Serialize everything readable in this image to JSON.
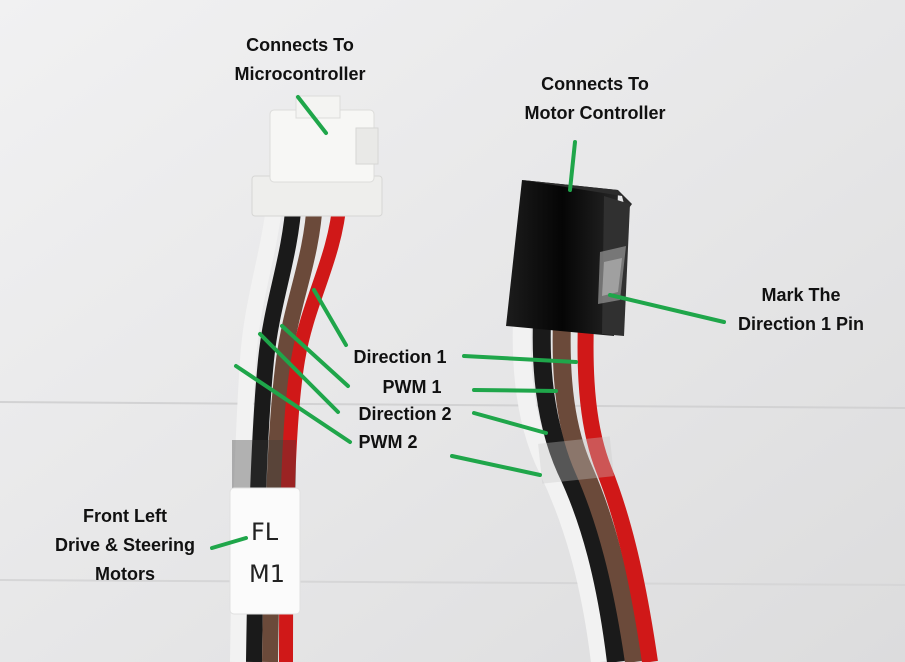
{
  "labels": {
    "microcontroller": {
      "line1": "Connects To",
      "line2": "Microcontroller"
    },
    "motor_controller": {
      "line1": "Connects To",
      "line2": "Motor Controller"
    },
    "mark_pin": {
      "line1": "Mark The",
      "line2": "Direction 1 Pin"
    },
    "front_left": {
      "line1": "Front Left",
      "line2": "Drive & Steering",
      "line3": "Motors"
    },
    "direction1": "Direction 1",
    "pwm1": "PWM 1",
    "direction2": "Direction 2",
    "pwm2": "PWM 2"
  },
  "wire_tag": {
    "line1": "FL",
    "line2": "M1"
  },
  "colors": {
    "pointer": "#1fa64a",
    "wire_white": "#f2f2f2",
    "wire_black": "#1a1a1a",
    "wire_brown": "#6b4a3a",
    "wire_red": "#d01818",
    "connector_black": "#0e0e0e",
    "connector_white": "#f7f7f5",
    "background": "#e8e8e8"
  }
}
